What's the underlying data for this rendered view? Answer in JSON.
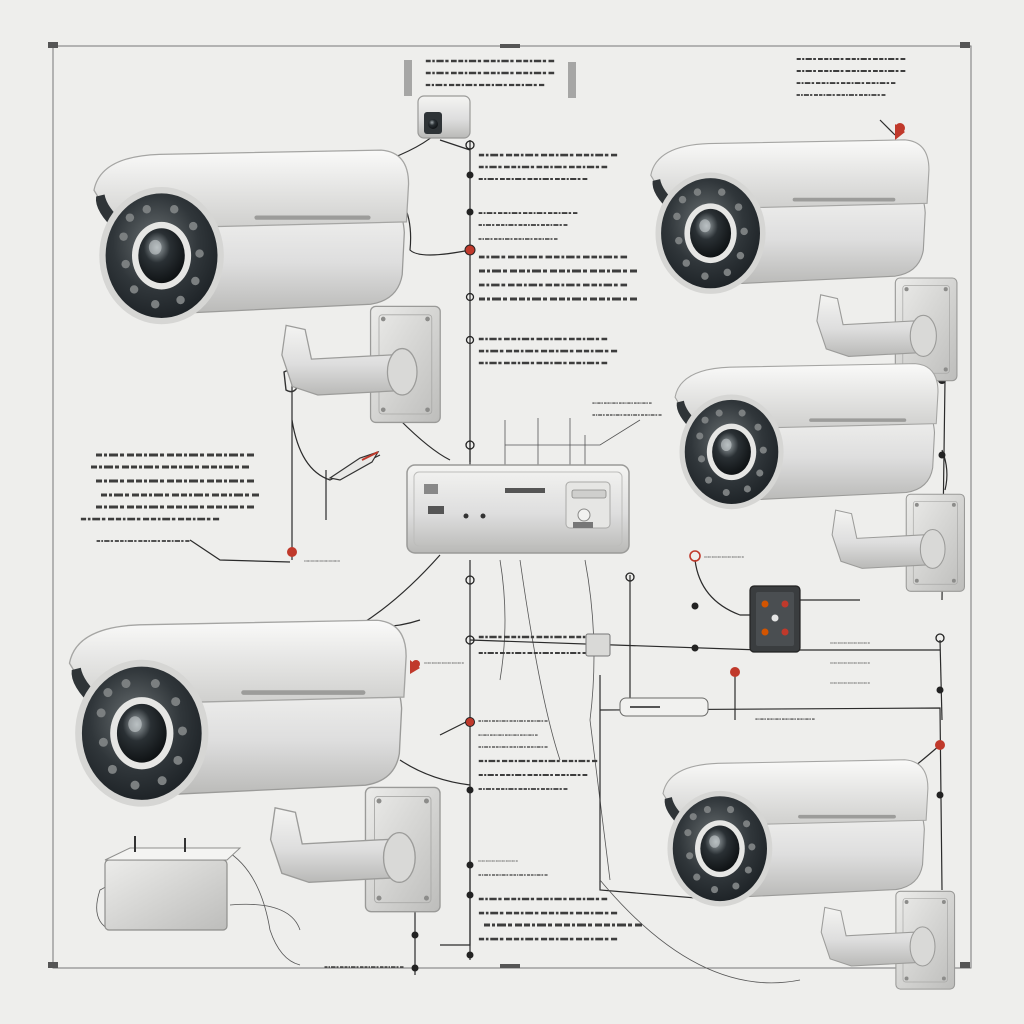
{
  "diagram": {
    "title": "",
    "colors": {
      "background": "#eeeeec",
      "camera_body": "#e3e3e1",
      "lens_ring": "#3c4142",
      "wire": "#2b2b2b",
      "accent_red": "#c0392b"
    },
    "components": {
      "cameras": [
        {
          "name": "camera-top-left",
          "icon": "bullet-camera-icon"
        },
        {
          "name": "camera-top-right",
          "icon": "bullet-camera-icon"
        },
        {
          "name": "camera-middle-right",
          "icon": "bullet-camera-icon"
        },
        {
          "name": "camera-bottom-left",
          "icon": "bullet-camera-icon"
        },
        {
          "name": "camera-bottom-right",
          "icon": "bullet-camera-icon"
        }
      ],
      "dome_camera": {
        "icon": "mini-camera-icon"
      },
      "recorder": {
        "icon": "dvr-recorder-icon"
      },
      "junction_box": {
        "icon": "junction-box-icon"
      },
      "power_supply": {
        "icon": "power-supply-icon"
      }
    },
    "note_blocks": [
      {
        "name": "note-top-center",
        "lines": 3
      },
      {
        "name": "note-top-right",
        "lines": 4
      },
      {
        "name": "note-center-1",
        "lines": 6
      },
      {
        "name": "note-center-2",
        "lines": 3
      },
      {
        "name": "note-left",
        "lines": 6
      },
      {
        "name": "note-mid-lower",
        "lines": 2
      },
      {
        "name": "note-lower-center",
        "lines": 7
      },
      {
        "name": "note-bottom-center",
        "lines": 6
      }
    ]
  }
}
